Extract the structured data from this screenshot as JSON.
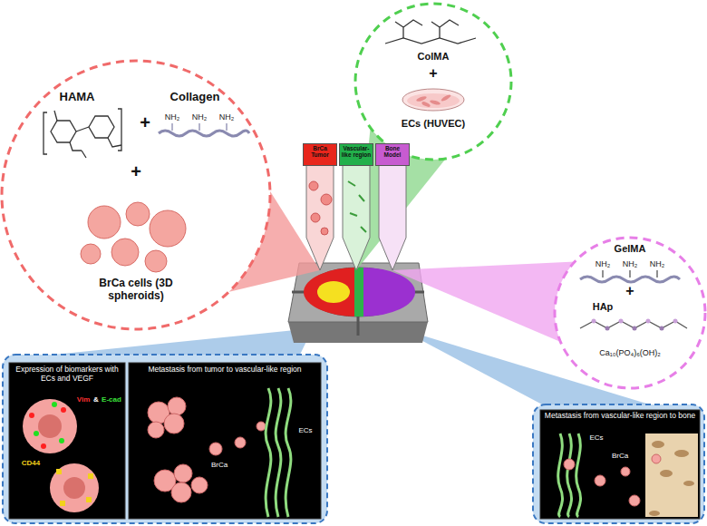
{
  "diagram": {
    "nodes": [
      {
        "text": [
          "HAMA",
          "+",
          "Collagen",
          "+",
          "BrCa cells (3D spheroids)"
        ]
      },
      {
        "text": [
          "ColMA",
          "+",
          "ECs (HUVEC)"
        ]
      },
      {
        "text": [
          "GelMA",
          "+",
          "HAp",
          "Ca₁₀(PO₄)₆(OH)₂"
        ]
      },
      {
        "text": [
          "BrCa Tumor"
        ]
      },
      {
        "text": [
          "Vascular-like region"
        ]
      },
      {
        "text": [
          "Bone Model"
        ]
      },
      {
        "text": [
          "Expression of biomarkers with ECs and VEGF",
          "Vim",
          "&",
          "E-cad",
          "CD44"
        ]
      },
      {
        "text": [
          "Metastasis from tumor to vascular-like region",
          "BrCa",
          "ECs"
        ]
      },
      {
        "text": [
          "Metastasis from vascular-like region to bone",
          "ECs",
          "BrCa",
          "Bone"
        ]
      }
    ],
    "edges": [
      {
        "from": 0,
        "to": 3,
        "arrow": "none"
      },
      {
        "from": 1,
        "to": 4,
        "arrow": "none"
      },
      {
        "from": 2,
        "to": 5,
        "arrow": "none"
      }
    ],
    "labels": [
      "NH₂",
      "NH₂",
      "NH₂",
      "NH₂",
      "NH₂",
      "NH₂"
    ]
  }
}
